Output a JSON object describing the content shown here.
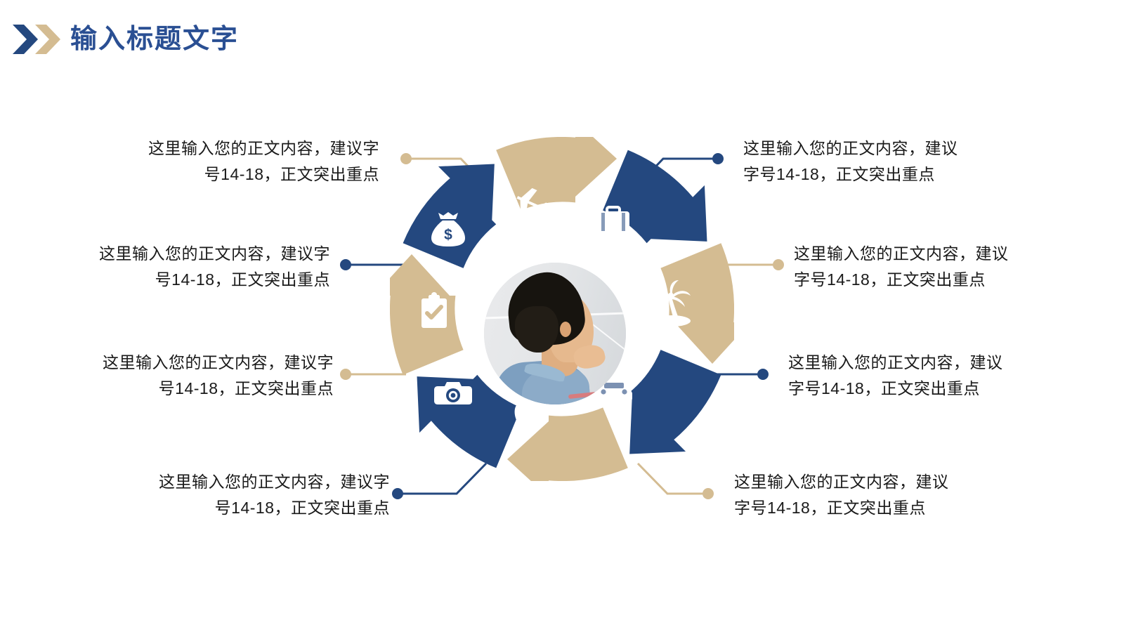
{
  "header": {
    "title": "输入标题文字",
    "chevron_colors": [
      "#24487F",
      "#D4BC92"
    ],
    "title_color": "#2A4F93"
  },
  "theme": {
    "blue": "#24487F",
    "tan": "#D4BC92",
    "white": "#FFFFFF",
    "text": "#1A1A1A",
    "background": "#FFFFFF"
  },
  "diagram": {
    "type": "circular-cycle",
    "center": {
      "label": "center-photo",
      "description": "person-photo"
    },
    "segment_count": 8,
    "segments": [
      {
        "index": 0,
        "icon": "airplane-icon",
        "color": "#D4BC92",
        "position": "top"
      },
      {
        "index": 1,
        "icon": "briefcase-icon",
        "color": "#24487F",
        "position": "top-right"
      },
      {
        "index": 2,
        "icon": "palm-tree-icon",
        "color": "#D4BC92",
        "position": "right"
      },
      {
        "index": 3,
        "icon": "car-icon",
        "color": "#24487F",
        "position": "bottom-right"
      },
      {
        "index": 4,
        "icon": "apple-icon",
        "color": "#D4BC92",
        "position": "bottom"
      },
      {
        "index": 5,
        "icon": "camera-icon",
        "color": "#24487F",
        "position": "bottom-left"
      },
      {
        "index": 6,
        "icon": "clipboard-check-icon",
        "color": "#D4BC92",
        "position": "left"
      },
      {
        "index": 7,
        "icon": "money-bag-icon",
        "color": "#24487F",
        "position": "top-left"
      }
    ]
  },
  "callouts": {
    "left": [
      {
        "id": "l1",
        "text": "这里输入您的正文内容，建议字\n号14-18，正文突出重点",
        "connector_color": "#D4BC92"
      },
      {
        "id": "l2",
        "text": "这里输入您的正文内容，建议字\n号14-18，正文突出重点",
        "connector_color": "#24487F"
      },
      {
        "id": "l3",
        "text": "这里输入您的正文内容，建议字\n号14-18，正文突出重点",
        "connector_color": "#D4BC92"
      },
      {
        "id": "l4",
        "text": "这里输入您的正文内容，建议字\n号14-18，正文突出重点",
        "connector_color": "#24487F"
      }
    ],
    "right": [
      {
        "id": "r1",
        "text": "这里输入您的正文内容，建议\n字号14-18，正文突出重点",
        "connector_color": "#24487F"
      },
      {
        "id": "r2",
        "text": "这里输入您的正文内容，建议\n字号14-18，正文突出重点",
        "connector_color": "#D4BC92"
      },
      {
        "id": "r3",
        "text": "这里输入您的正文内容，建议\n字号14-18，正文突出重点",
        "connector_color": "#24487F"
      },
      {
        "id": "r4",
        "text": "这里输入您的正文内容，建议\n字号14-18，正文突出重点",
        "connector_color": "#D4BC92"
      }
    ]
  }
}
